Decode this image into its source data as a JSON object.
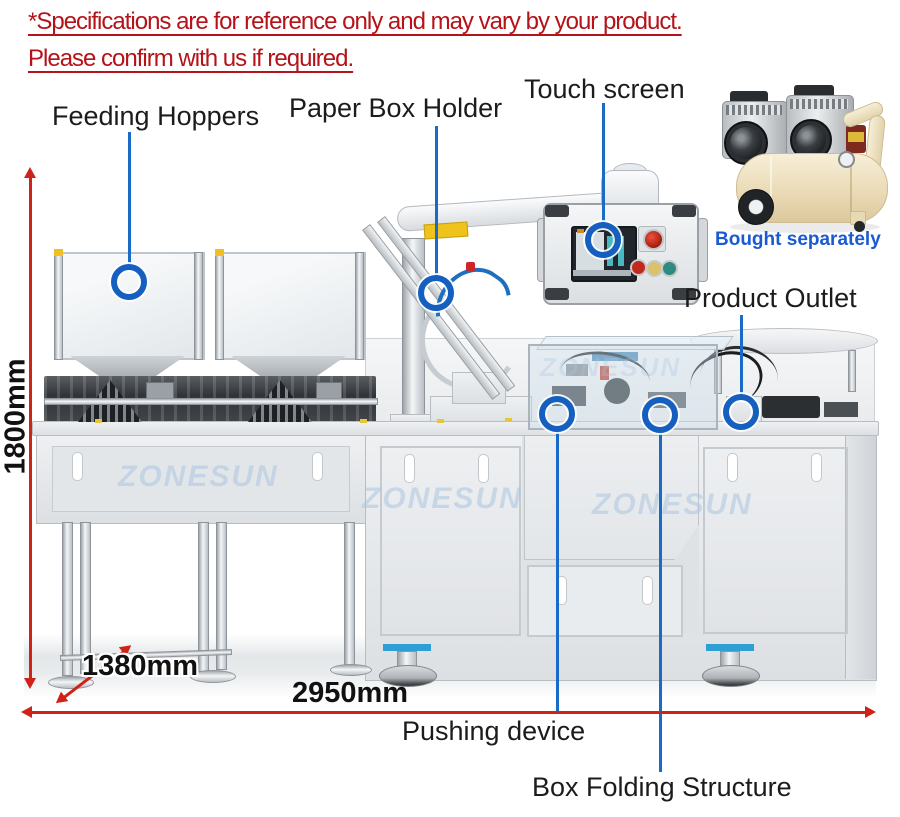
{
  "disclaimer": {
    "line1": "*Specifications are for reference only and may vary by your product.",
    "line2": "Please confirm with us if required."
  },
  "callouts": {
    "feeding_hoppers": "Feeding Hoppers",
    "paper_box_holder": "Paper Box Holder",
    "touch_screen": "Touch screen",
    "product_outlet": "Product Outlet",
    "pushing_device": "Pushing device",
    "box_folding_structure": "Box Folding Structure"
  },
  "compressor_note": "Bought separately",
  "dimensions": {
    "height": "1800mm",
    "depth": "1380mm",
    "length": "2950mm"
  },
  "watermark": "ZONESUN",
  "colors": {
    "disclaimer_red": "#b51219",
    "dimension_red": "#cf2218",
    "leader_blue": "#1a6bc7",
    "marker_blue": "#155fc0",
    "note_blue": "#1a5ad3",
    "watermark_blue": "#adc6e0",
    "machine_gray": "#e7eaec",
    "compressor_cream": "#eee0bd",
    "accent_yellow": "#f0c020"
  }
}
